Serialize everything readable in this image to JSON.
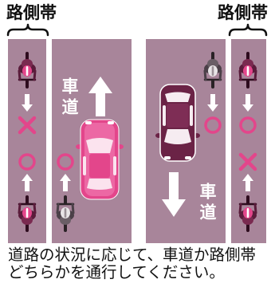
{
  "labels": {
    "shoulder_left": "路側帯",
    "shoulder_right": "路側帯",
    "roadway_left": "車道",
    "roadway_right": "車道"
  },
  "caption": {
    "line1": "道路の状況に応じて、車道か路側帯",
    "line2": "どちらかを通行してください。"
  },
  "colors": {
    "road": "#a8859a",
    "accent": "#e3468b",
    "dark-car": "#6b2346",
    "text": "#111111"
  },
  "icons": [
    "bicycle-rider-icon",
    "arrow-up-icon",
    "arrow-down-icon",
    "correct-circle-icon",
    "wrong-cross-icon",
    "car-icon"
  ]
}
